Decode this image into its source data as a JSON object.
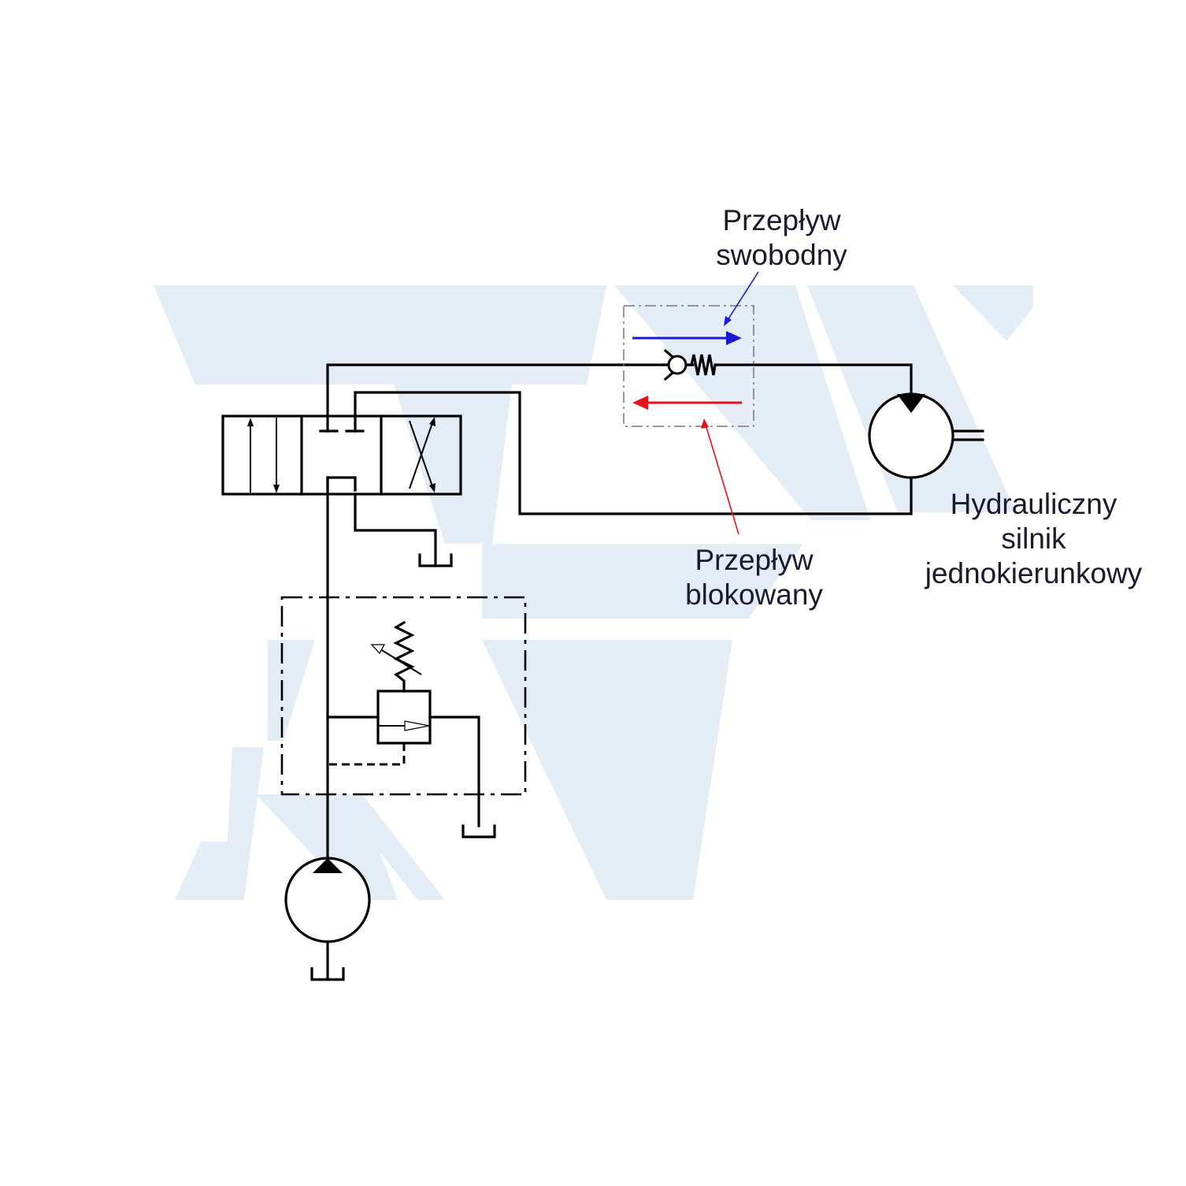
{
  "labels": {
    "free_flow": [
      "Przepływ",
      "swobodny"
    ],
    "blocked_flow": [
      "Przepływ",
      "blokowany"
    ],
    "motor": [
      "Hydrauliczny",
      "silnik",
      "jednokierunkowy"
    ]
  },
  "colors": {
    "watermark": "#e4ecf5",
    "free_flow_arrow": "#1a1ad6",
    "blocked_flow_arrow": "#e5121b",
    "lines": "#000000"
  },
  "components": [
    "hydraulic-pump",
    "pressure-relief-valve",
    "directional-control-valve",
    "check-valve",
    "hydraulic-motor",
    "tank"
  ]
}
